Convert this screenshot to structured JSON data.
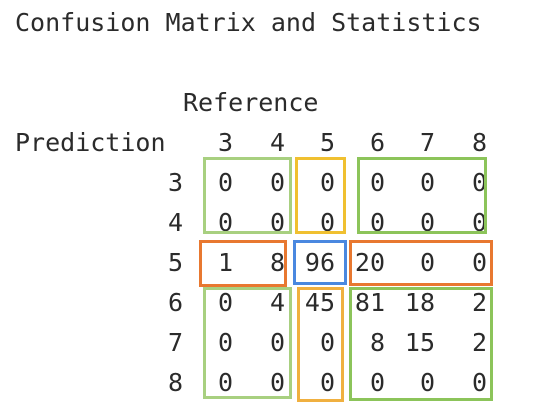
{
  "title": "Confusion Matrix and Statistics",
  "reference_label": "Reference",
  "prediction_label": "Prediction",
  "column_headers": [
    "3",
    "4",
    "5",
    "6",
    "7",
    "8"
  ],
  "row_headers": [
    "3",
    "4",
    "5",
    "6",
    "7",
    "8"
  ],
  "matrix": [
    [
      "0",
      "0",
      "0",
      "0",
      "0",
      "0"
    ],
    [
      "0",
      "0",
      "0",
      "0",
      "0",
      "0"
    ],
    [
      "1",
      "8",
      "96",
      "20",
      "0",
      "0"
    ],
    [
      "0",
      "4",
      "45",
      "81",
      "18",
      "2"
    ],
    [
      "0",
      "0",
      "0",
      "8",
      "15",
      "2"
    ],
    [
      "0",
      "0",
      "0",
      "0",
      "0",
      "0"
    ]
  ],
  "colors": {
    "light_green": "#a8d080",
    "green": "#8cc45a",
    "yellow": "#f0c030",
    "orange": "#e87830",
    "blue": "#4a88e0",
    "amber": "#f0b040"
  }
}
